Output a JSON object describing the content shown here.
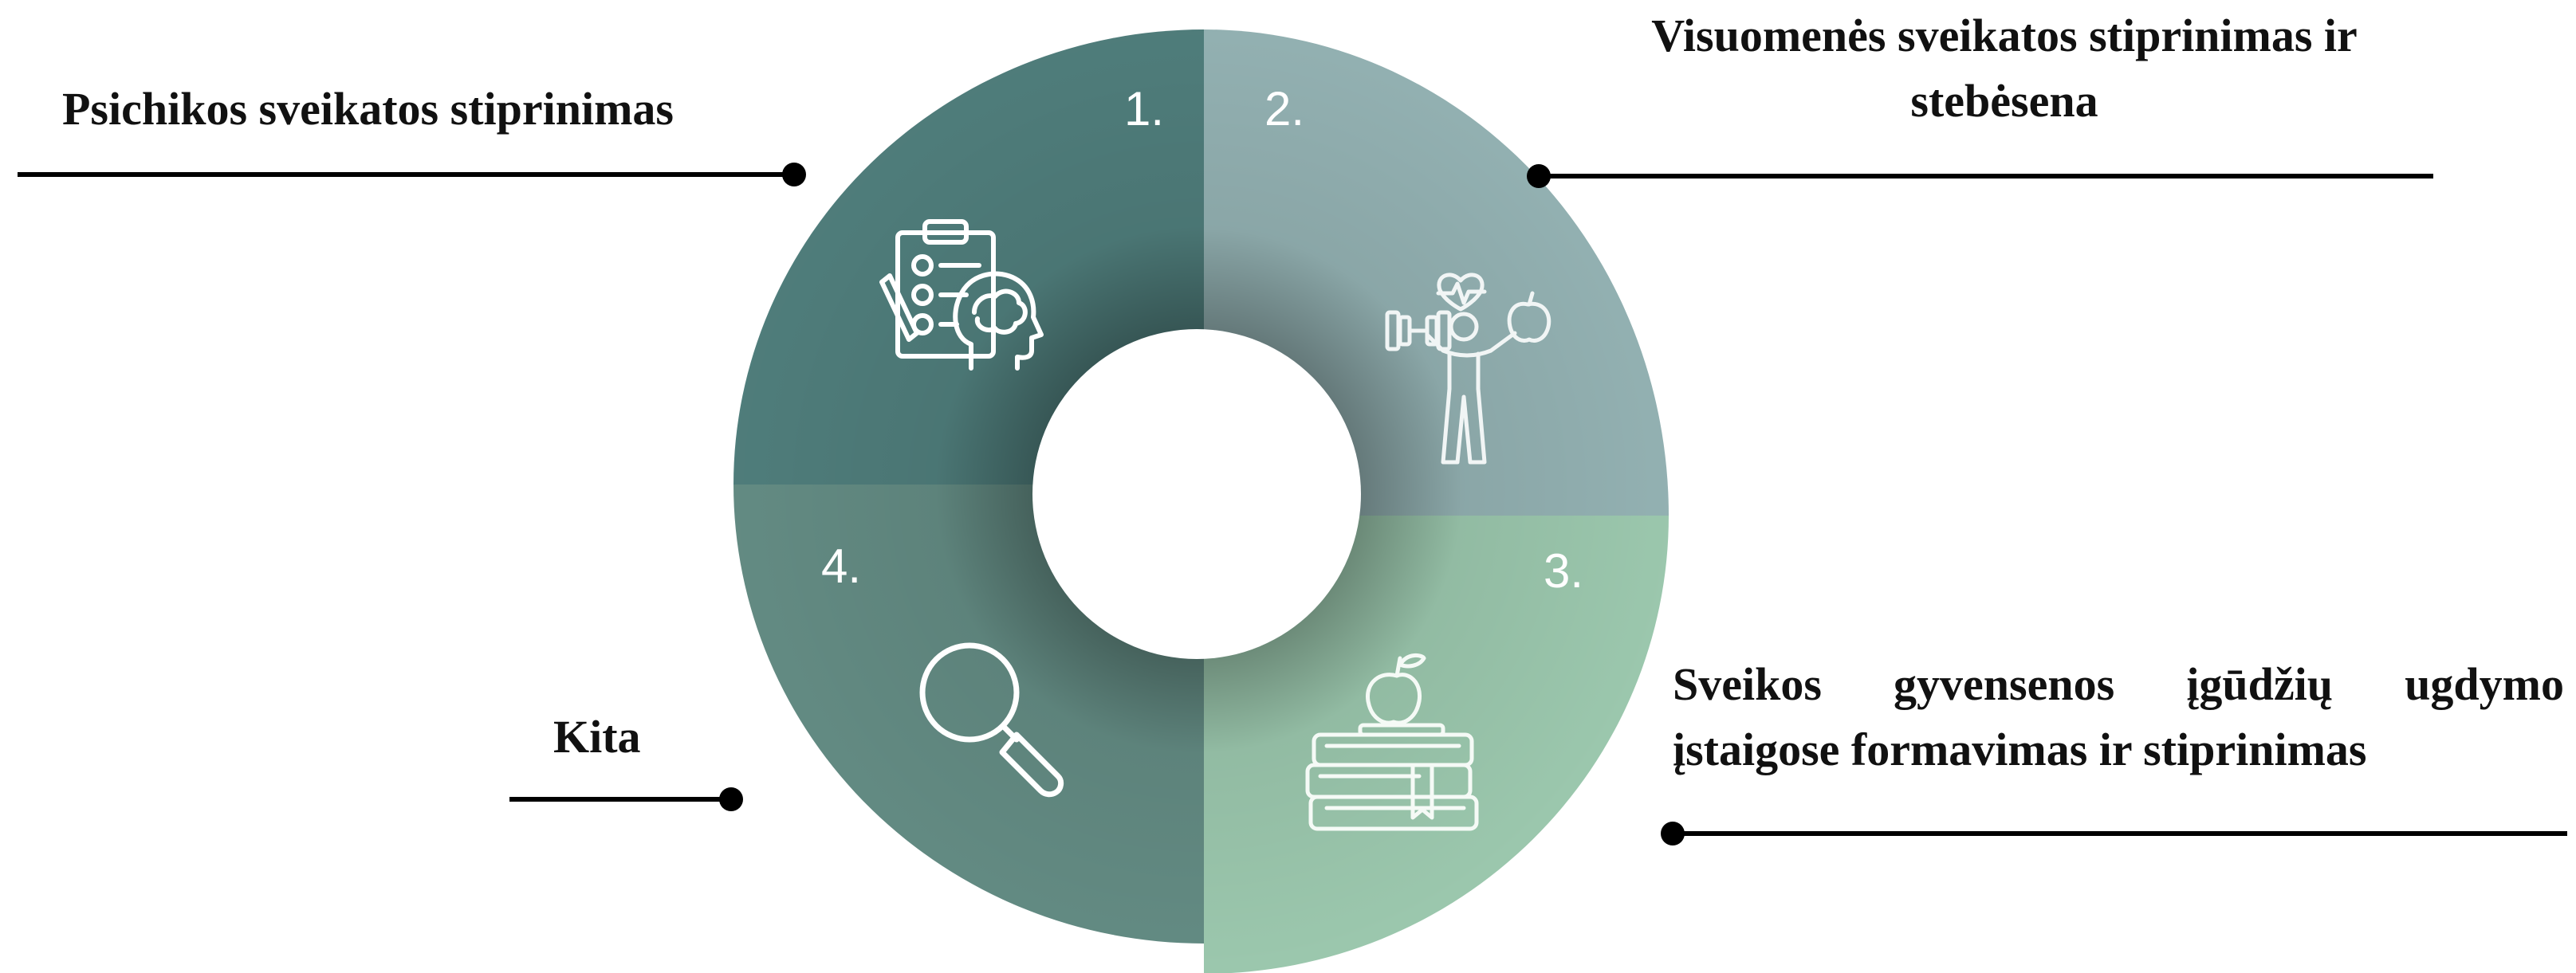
{
  "diagram": {
    "segments": [
      {
        "number": "1.",
        "color": "#4f7d7b",
        "icon": "clipboard-mind-icon"
      },
      {
        "number": "2.",
        "color": "#93b1b2",
        "icon": "fitness-icon"
      },
      {
        "number": "3.",
        "color": "#9bc7ad",
        "icon": "books-apple-icon"
      },
      {
        "number": "4.",
        "color": "#638b83",
        "icon": "magnifier-icon"
      }
    ],
    "labels": {
      "mental": "Psichikos sveikatos stiprinimas",
      "public_line1": "Visuomenės sveikatos stiprinimas ir",
      "public_line2": "stebėsena",
      "lifestyle_line1": "Sveikos gyvensenos įgūdžių ugdymo",
      "lifestyle_line2": "įstaigose formavimas ir stiprinimas",
      "other": "Kita"
    }
  }
}
